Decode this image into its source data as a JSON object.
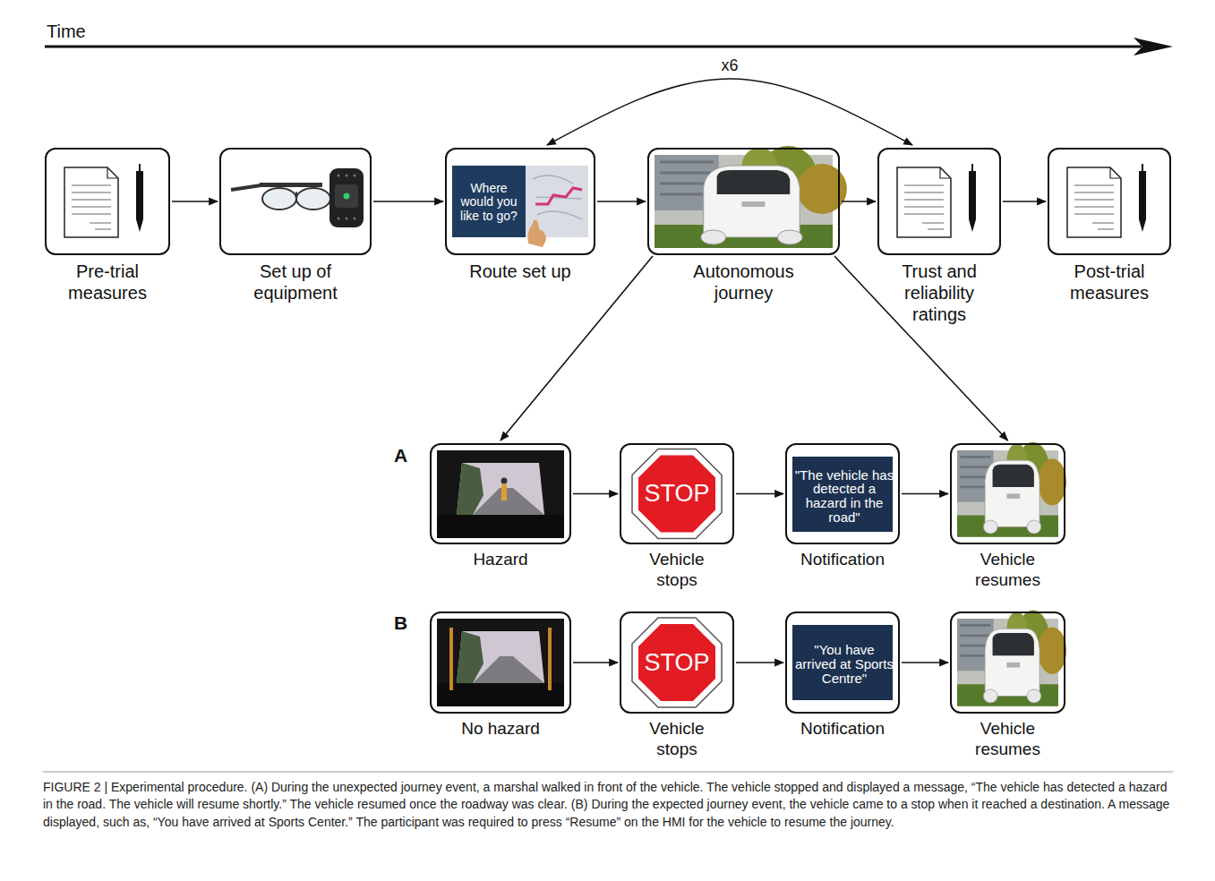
{
  "diagram": {
    "caption": "FIGURE 2 | Experimental procedure. (A) During the unexpected journey event, a marshal walked in front of the vehicle. The vehicle stopped and displayed a message, “The vehicle has detected a hazard in the road. The vehicle will resume shortly.” The vehicle resumed once the roadway was clear. (B) During the expected journey event, the vehicle came to a stop when it reached a destination. A message displayed, such as, “You have arrived at Sports Center.” The participant was required to press “Resume” on the HMI for the vehicle to resume the journey.",
    "nodes": [
      {
        "text": [
          "Pre-trial measures"
        ]
      },
      {
        "text": [
          "Set up of equipment"
        ]
      },
      {
        "text": [
          "Where would you like to go?",
          "Route set up"
        ]
      },
      {
        "text": [
          "Autonomous journey"
        ]
      },
      {
        "text": [
          "Trust and reliability ratings"
        ]
      },
      {
        "text": [
          "Post-trial measures"
        ]
      },
      {
        "text": [
          "Hazard"
        ]
      },
      {
        "text": [
          "STOP",
          "Vehicle stops"
        ]
      },
      {
        "text": [
          "\"The vehicle has detected a hazard in the road\"",
          "Notification"
        ]
      },
      {
        "text": [
          "Vehicle resumes"
        ]
      },
      {
        "text": [
          "No hazard"
        ]
      },
      {
        "text": [
          "STOP",
          "Vehicle stops"
        ]
      },
      {
        "text": [
          "\"You have arrived at Sports Centre\"",
          "Notification"
        ]
      },
      {
        "text": [
          "Vehicle resumes"
        ]
      }
    ],
    "edges": [
      {
        "from": 0,
        "to": 1,
        "arrow": "to"
      },
      {
        "from": 1,
        "to": 2,
        "arrow": "to"
      },
      {
        "from": 2,
        "to": 3,
        "arrow": "to"
      },
      {
        "from": 3,
        "to": 4,
        "arrow": "to"
      },
      {
        "from": 4,
        "to": 5,
        "arrow": "to"
      },
      {
        "from": 2,
        "to": 4,
        "label": "x6",
        "arrow": "both"
      },
      {
        "from": 3,
        "to": 6,
        "arrow": "to"
      },
      {
        "from": 3,
        "to": 9,
        "arrow": "to"
      },
      {
        "from": 6,
        "to": 7,
        "arrow": "to"
      },
      {
        "from": 7,
        "to": 8,
        "arrow": "to"
      },
      {
        "from": 8,
        "to": 9,
        "arrow": "to"
      },
      {
        "from": 10,
        "to": 11,
        "arrow": "to"
      },
      {
        "from": 11,
        "to": 12,
        "arrow": "to"
      },
      {
        "from": 12,
        "to": 13,
        "arrow": "to"
      }
    ],
    "labels": [
      "Time",
      "A",
      "B"
    ]
  }
}
